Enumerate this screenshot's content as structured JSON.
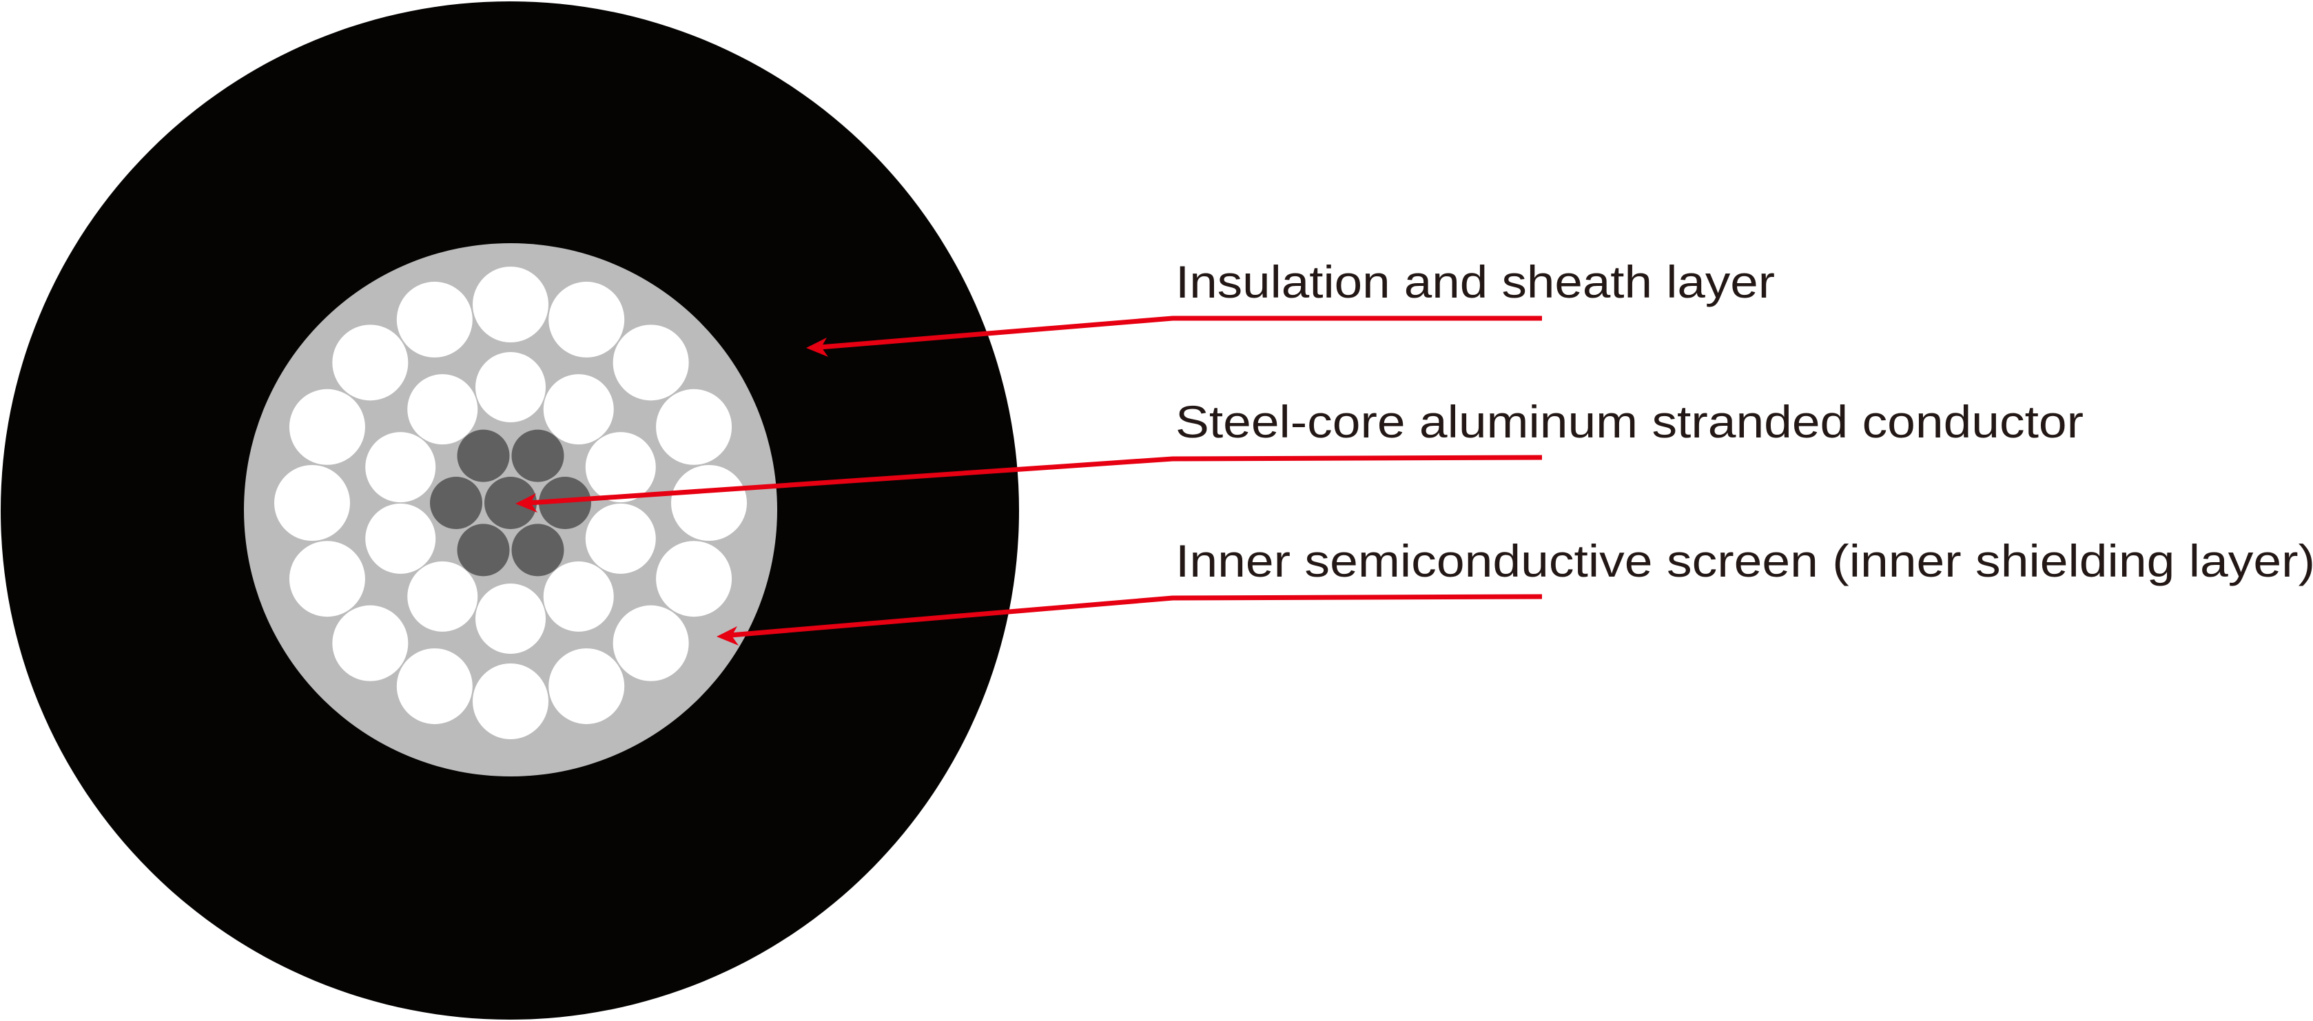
{
  "title": "Cable cross-section",
  "labels": {
    "insulation": "Insulation and sheath layer",
    "conductor": "Steel-core aluminum stranded conductor",
    "screen": "Inner semiconductive screen (inner shielding layer)"
  },
  "strands": {
    "steel_core_count": 7,
    "inner_aluminum_ring_count": 10,
    "outer_aluminum_ring_count": 16
  },
  "colors": {
    "sheath": "#050403",
    "screen": "#bbbbbb",
    "steel": "#606060",
    "aluminum": "#ffffff",
    "leader": "#e60012",
    "text": "#231815"
  }
}
